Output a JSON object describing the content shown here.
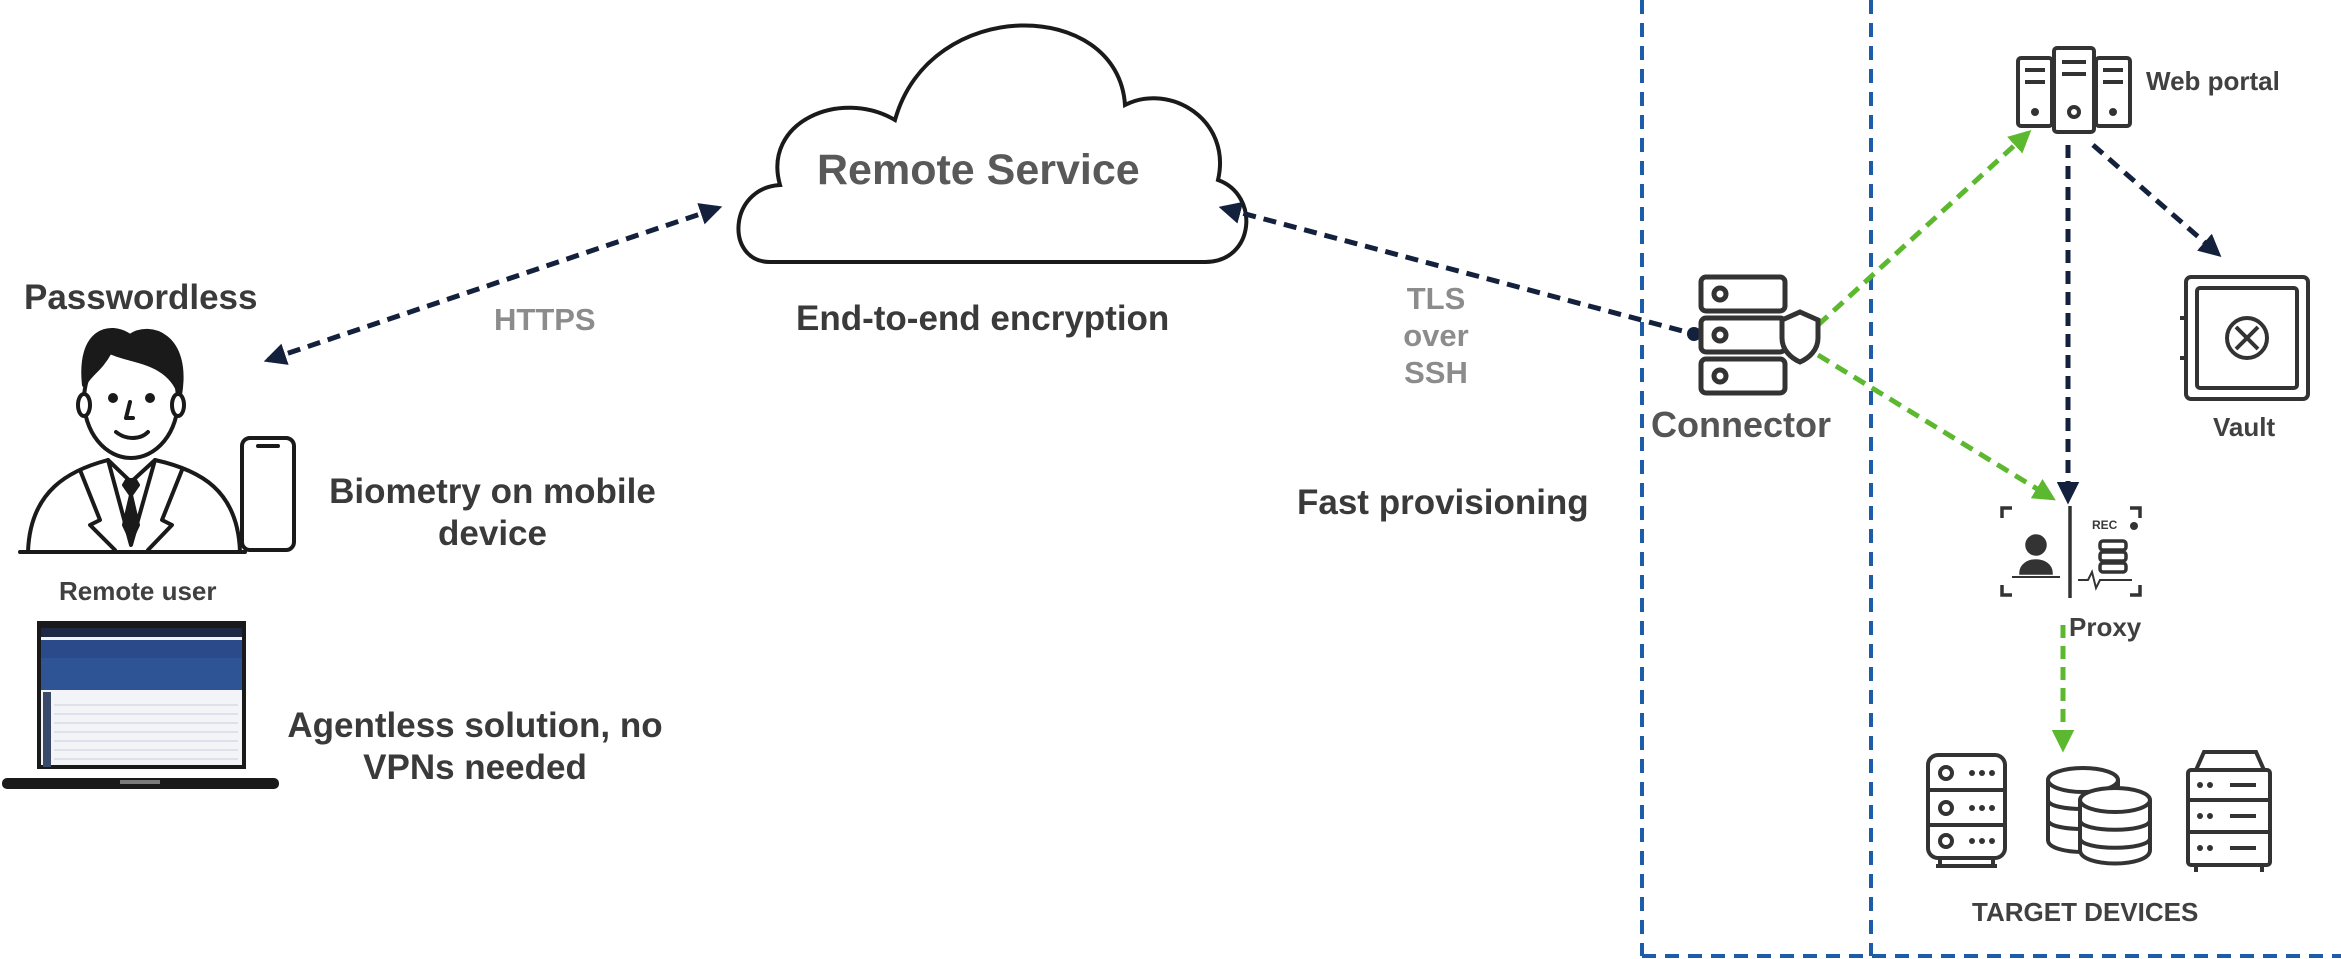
{
  "labels": {
    "passwordless": "Passwordless",
    "remote_user": "Remote user",
    "biometry_line1": "Biometry on mobile",
    "biometry_line2": "device",
    "agentless_line1": "Agentless solution, no",
    "agentless_line2": "VPNs needed",
    "https": "HTTPS",
    "remote_service": "Remote Service",
    "e2e": "End-to-end encryption",
    "tls_line1": "TLS",
    "tls_line2": "over",
    "tls_line3": "SSH",
    "fast_provisioning": "Fast provisioning",
    "connector": "Connector",
    "web_portal": "Web portal",
    "vault": "Vault",
    "proxy": "Proxy",
    "rec": "REC",
    "target_devices": "TARGET DEVICES"
  },
  "colors": {
    "navy_arrow": "#14213d",
    "green_arrow": "#5cb82e",
    "zone_border": "#1d5ca8",
    "icon_stroke": "#333333",
    "laptop_screen": "#2a4a8a"
  },
  "icons": [
    "user-with-phone-icon",
    "laptop-icon",
    "cloud-icon",
    "connector-server-shield-icon",
    "web-portal-servers-icon",
    "vault-safe-icon",
    "proxy-recording-icon",
    "server-rack-icon",
    "database-icon",
    "storage-array-icon"
  ]
}
